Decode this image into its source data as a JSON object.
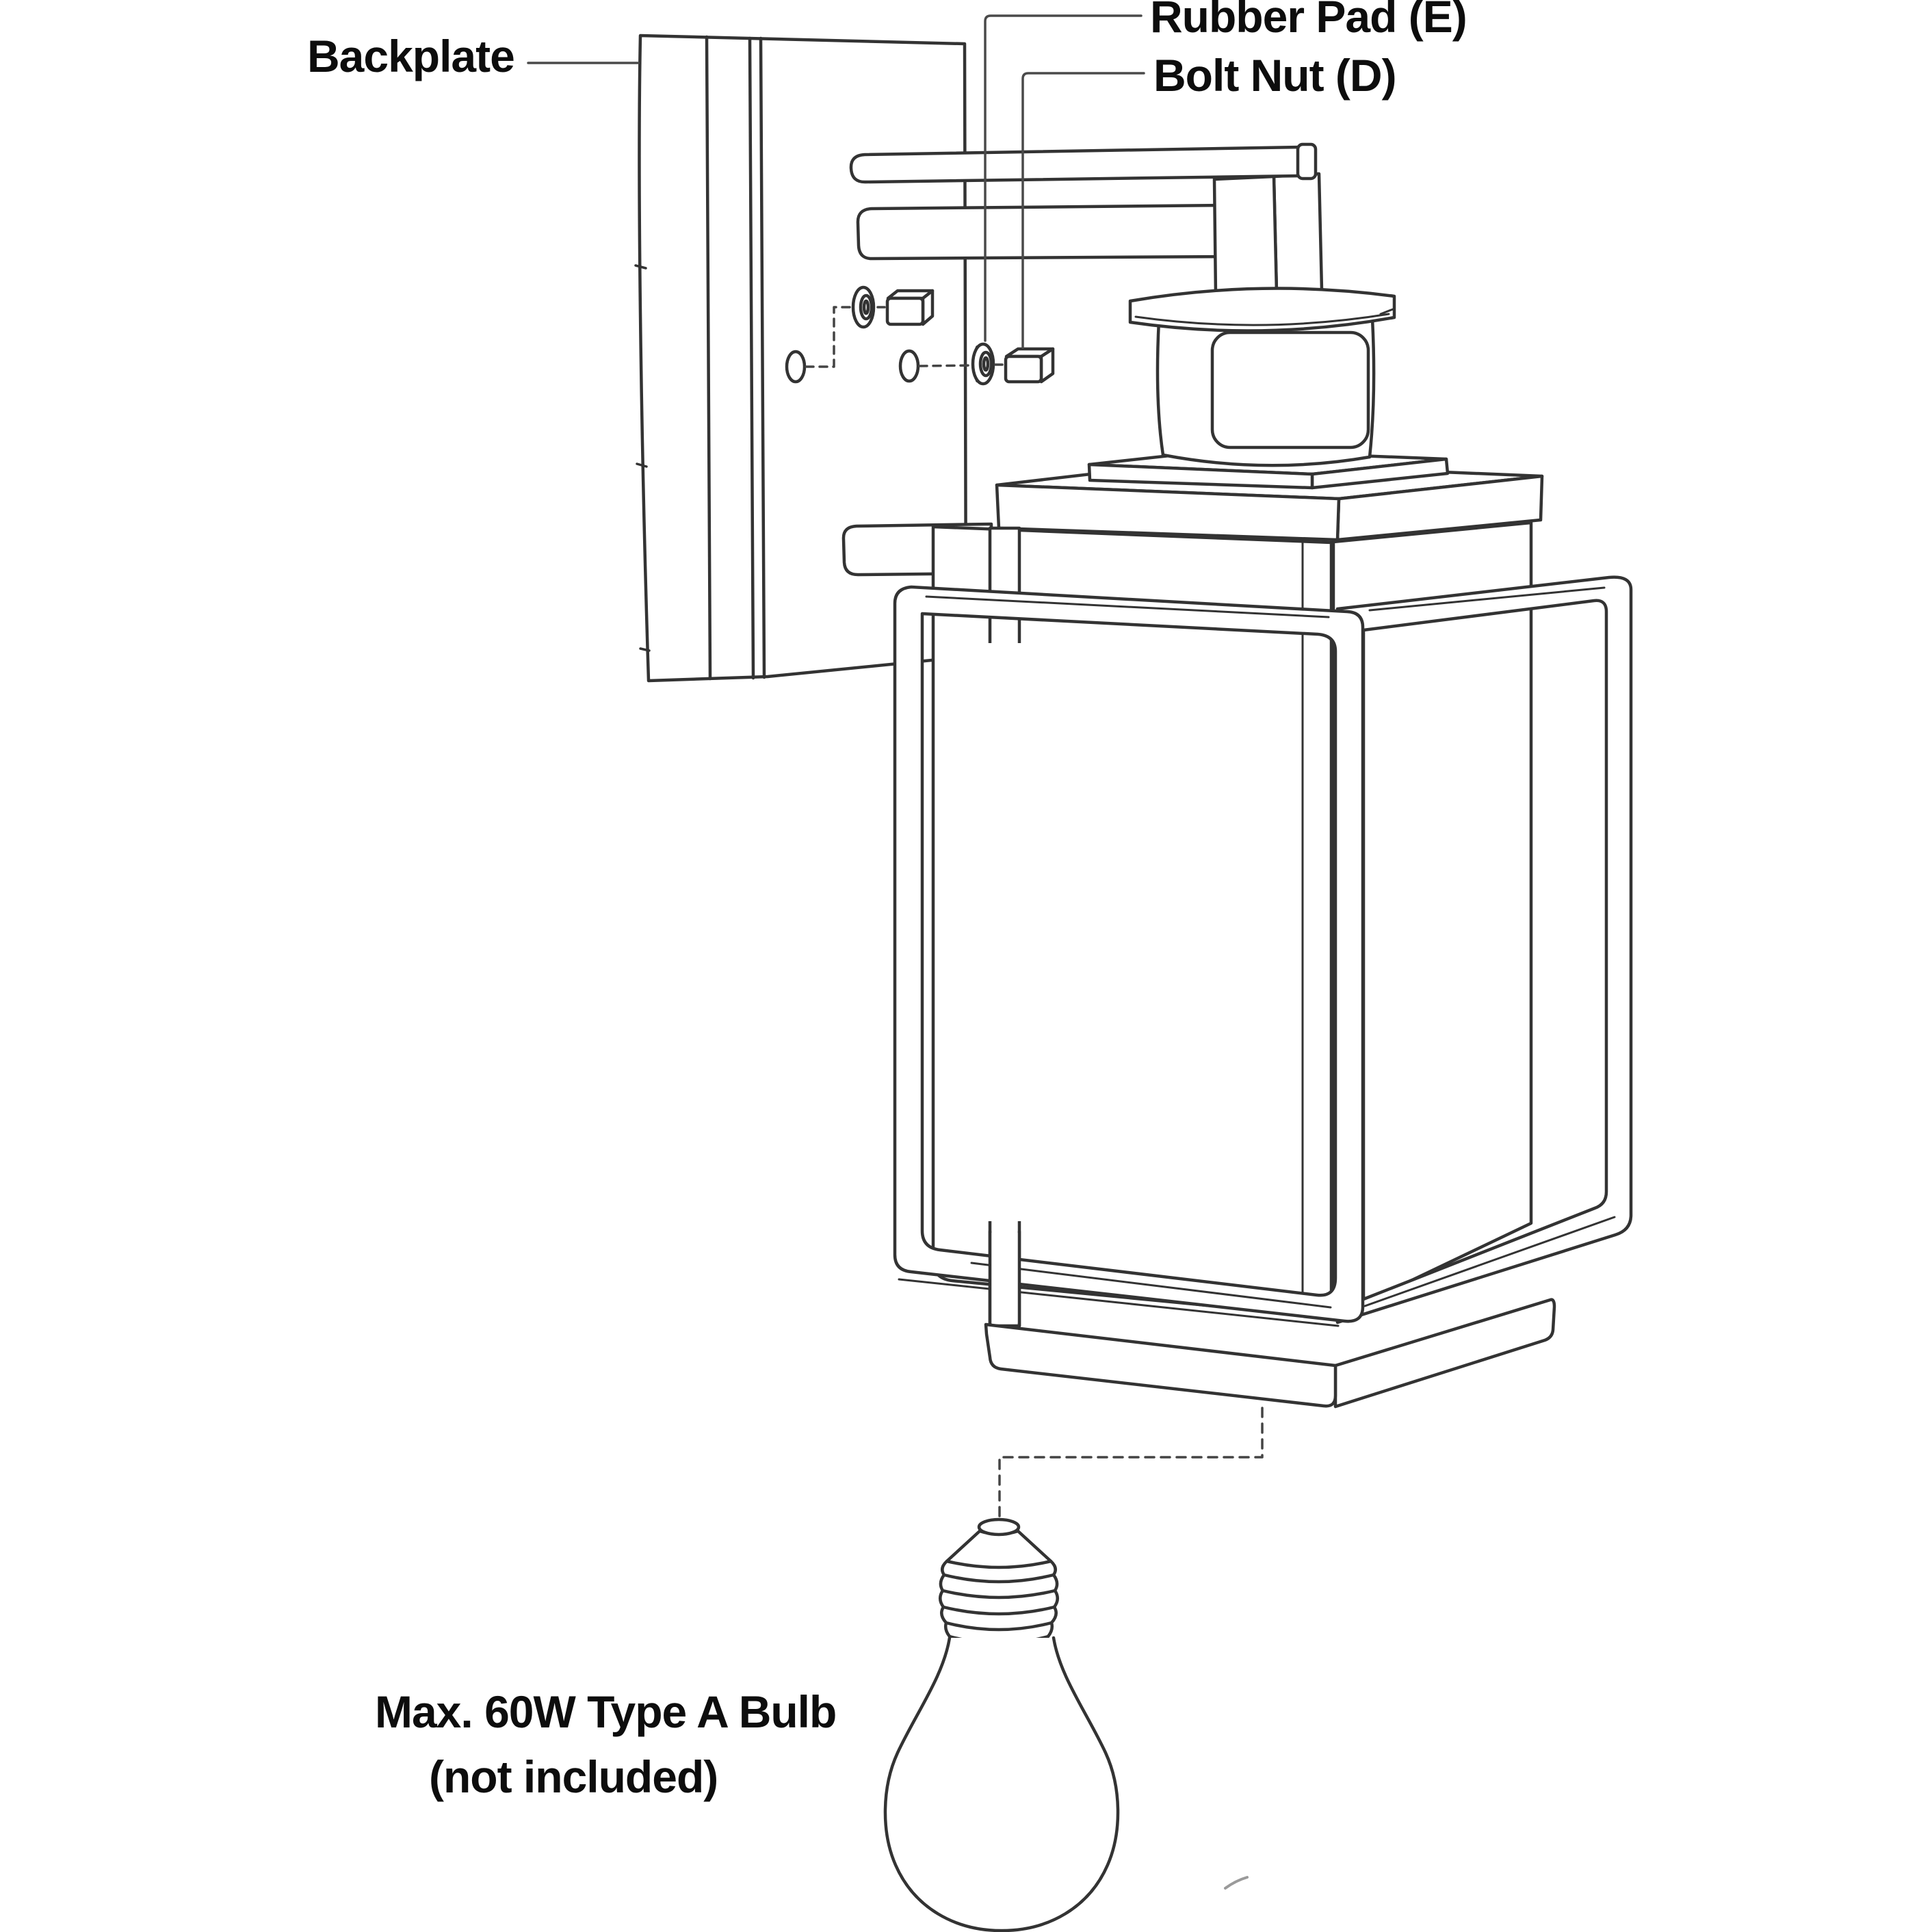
{
  "labels": {
    "backplate": "Backplate",
    "rubber_pad": "Rubber Pad (E)",
    "bolt_nut": "Bolt Nut (D)",
    "bulb_line1": "Max. 60W Type A Bulb",
    "bulb_line2": "(not included)"
  },
  "colors": {
    "background": "#ffffff",
    "drawing_line": "#333333",
    "leader_line": "#4a4a4a",
    "label_text": "#0d0d0d"
  }
}
